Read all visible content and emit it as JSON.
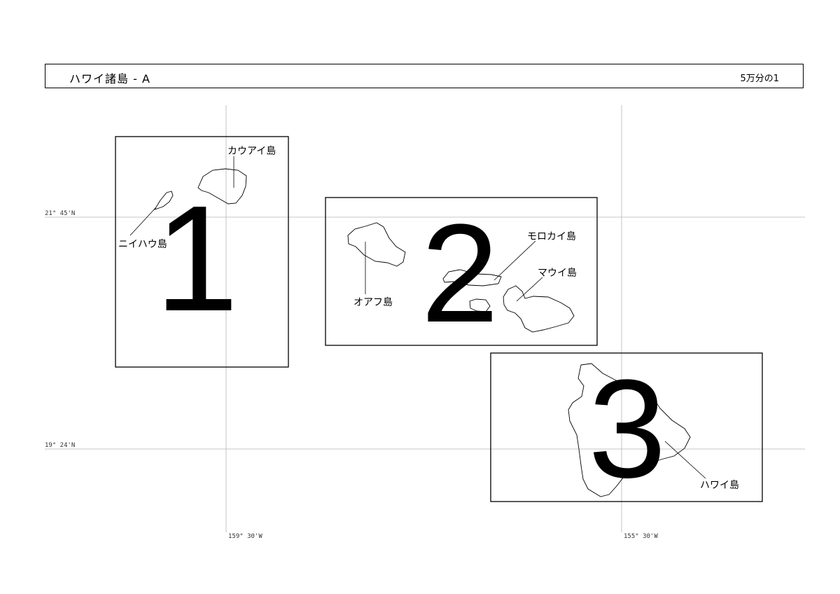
{
  "header": {
    "title": "ハワイ諸島 - A",
    "scale": "5万分の1"
  },
  "grid": {
    "lat_labels": [
      "21° 45'N",
      "19° 24'N"
    ],
    "lon_labels": [
      "159° 30'W",
      "155° 30'W"
    ]
  },
  "sheets": [
    {
      "number": "1"
    },
    {
      "number": "2"
    },
    {
      "number": "3"
    }
  ],
  "islands": {
    "kauai": "カウアイ島",
    "niihau": "ニイハウ島",
    "oahu": "オアフ島",
    "molokai": "モロカイ島",
    "maui": "マウイ島",
    "hawaii": "ハワイ島"
  }
}
